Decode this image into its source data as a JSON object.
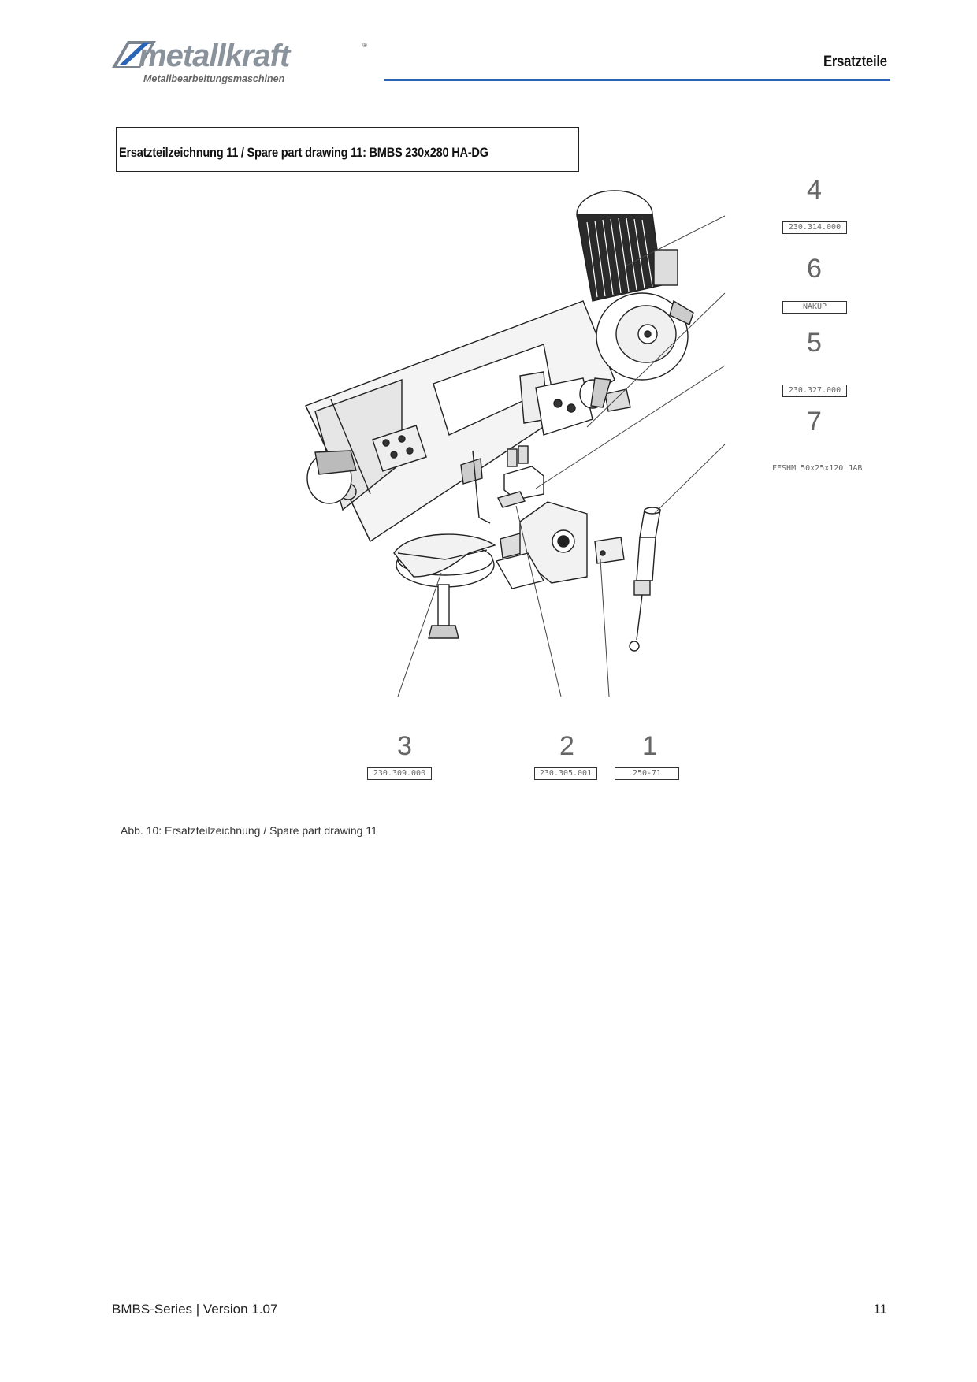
{
  "header": {
    "brand_name": "metallkraft",
    "brand_tagline": "Metallbearbeitungsmaschinen",
    "section_title": "Ersatzteile",
    "accent_color": "#2a64b6"
  },
  "drawing_title": "Ersatzteilzeichnung 11 /  Spare part drawing 11: BMBS 230x280 HA-DG",
  "callouts": [
    {
      "number": "4",
      "code": "230.314.000"
    },
    {
      "number": "6",
      "code": "NAKUP"
    },
    {
      "number": "5",
      "code": "230.327.000"
    },
    {
      "number": "7",
      "code": "FESHM 50x25x120 JAB"
    },
    {
      "number": "3",
      "code": "230.309.000"
    },
    {
      "number": "2",
      "code": "230.305.001"
    },
    {
      "number": "1",
      "code": "250-71"
    }
  ],
  "caption": "Abb. 10: Ersatzteilzeichnung / Spare part drawing 11",
  "footer": {
    "left": "BMBS-Series | Version 1.07",
    "page_number": "11"
  }
}
